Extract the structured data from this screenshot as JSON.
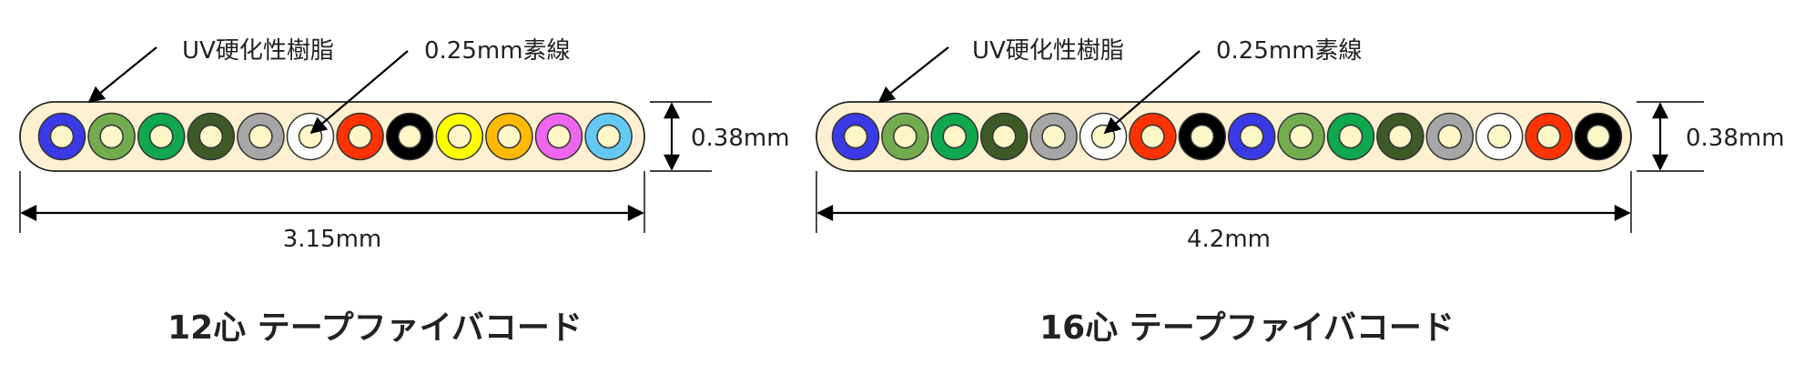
{
  "colors": {
    "ribbon_fill": "#fdf1d2",
    "ribbon_stroke": "#222222",
    "fiber_core": "#fdf7c8"
  },
  "ribbons": [
    {
      "title": "12心 テープファイバコード",
      "coating_label": "UV硬化性樹脂",
      "fiber_label": "0.25mm素線",
      "width_label": "3.15mm",
      "thickness_label": "0.38mm",
      "fiber_count": 12,
      "fibers": [
        {
          "color_name": "blue",
          "color": "#3a3ae6"
        },
        {
          "color_name": "light-green",
          "color": "#72ac4e"
        },
        {
          "color_name": "green",
          "color": "#0fa84f"
        },
        {
          "color_name": "dark-green",
          "color": "#3d5a27"
        },
        {
          "color_name": "gray",
          "color": "#a6a6a6"
        },
        {
          "color_name": "white",
          "color": "#ffffff"
        },
        {
          "color_name": "red",
          "color": "#ff3300"
        },
        {
          "color_name": "black",
          "color": "#000000"
        },
        {
          "color_name": "yellow",
          "color": "#ffff00"
        },
        {
          "color_name": "orange",
          "color": "#ffb900"
        },
        {
          "color_name": "pink",
          "color": "#ee66ee"
        },
        {
          "color_name": "sky-blue",
          "color": "#63c8f2"
        }
      ]
    },
    {
      "title": "16心 テープファイバコード",
      "coating_label": "UV硬化性樹脂",
      "fiber_label": "0.25mm素線",
      "width_label": "4.2mm",
      "thickness_label": "0.38mm",
      "fiber_count": 16,
      "fibers": [
        {
          "color_name": "blue",
          "color": "#3a3ae6"
        },
        {
          "color_name": "light-green",
          "color": "#72ac4e"
        },
        {
          "color_name": "green",
          "color": "#0fa84f"
        },
        {
          "color_name": "dark-green",
          "color": "#3d5a27"
        },
        {
          "color_name": "gray",
          "color": "#a6a6a6"
        },
        {
          "color_name": "white",
          "color": "#ffffff"
        },
        {
          "color_name": "red",
          "color": "#ff3300"
        },
        {
          "color_name": "black",
          "color": "#000000"
        },
        {
          "color_name": "blue",
          "color": "#3a3ae6"
        },
        {
          "color_name": "light-green",
          "color": "#72ac4e"
        },
        {
          "color_name": "green",
          "color": "#0fa84f"
        },
        {
          "color_name": "dark-green",
          "color": "#3d5a27"
        },
        {
          "color_name": "gray",
          "color": "#a6a6a6"
        },
        {
          "color_name": "white",
          "color": "#ffffff"
        },
        {
          "color_name": "red",
          "color": "#ff3300"
        },
        {
          "color_name": "black",
          "color": "#000000"
        }
      ]
    }
  ]
}
